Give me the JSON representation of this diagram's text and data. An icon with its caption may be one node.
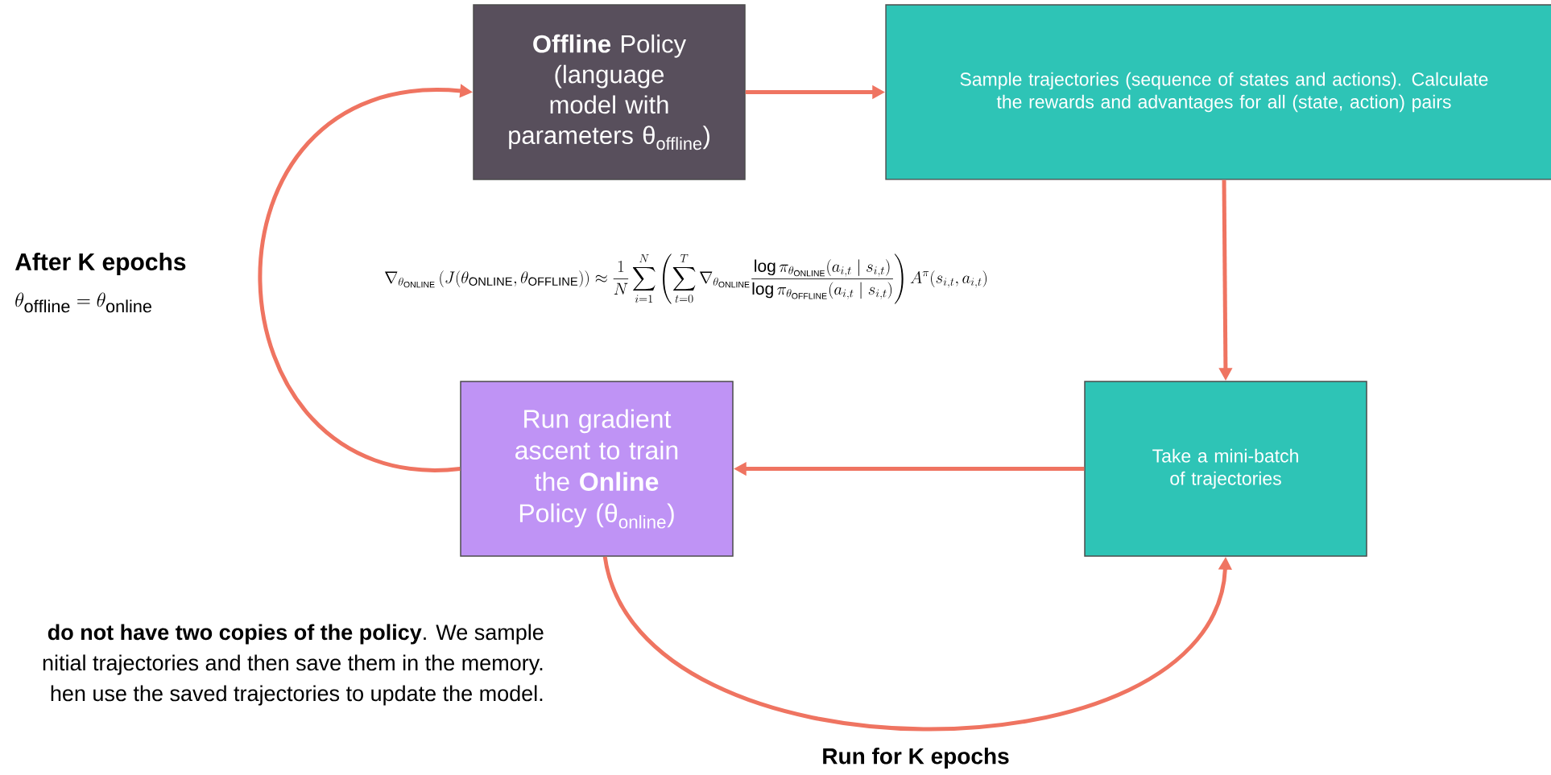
{
  "diagram": {
    "nodes": [
      {
        "text": [
          "**Offline** Policy (language model with parameters θ$_{offline}$)"
        ]
      },
      {
        "text": [
          "Sample trajectories (sequence of states and actions). Calculate the rewards and advantages for all (state, action) pairs"
        ]
      },
      {
        "text": [
          "Take a mini-batch of trajectories"
        ]
      },
      {
        "text": [
          "Run gradient ascent to train the **Online** Policy (θ$_{online}$)"
        ]
      }
    ],
    "edges": [
      {
        "from": 0,
        "to": 1,
        "arrow": "to"
      },
      {
        "from": 1,
        "to": 2,
        "arrow": "to"
      },
      {
        "from": 2,
        "to": 3,
        "arrow": "to"
      },
      {
        "from": 3,
        "to": 0,
        "arrow": "to"
      },
      {
        "from": 3,
        "to": 2,
        "arrow": "to"
      }
    ],
    "labels": [
      "After K epochs",
      "\\theta_{\\mathrm{offline}} = \\theta_{\\mathrm{online}}",
      "\\nabla_{\\theta_{\\mathrm{ONLINE}}}\\left(J(\\theta_{\\mathrm{ONLINE}},\\theta_{\\mathrm{OFFLINE}})\\right) \\approx \\frac{1}{N}\\sum_{i=1}^{N}\\left(\\sum_{t=0}^{T}\\nabla_{\\theta_{\\mathrm{ONLINE}}}\\frac{\\log \\pi_{\\theta_{\\mathrm{ONLINE}}}(a_{i,t}\\mid s_{i,t})}{\\log \\pi_{\\theta_{\\mathrm{OFFLINE}}}(a_{i,t}\\mid s_{i,t})}\\right)A^{\\pi}(s_{i,t},a_{i,t})",
      "**do not have two copies of the policy**. We sample",
      "nitial trajectories and then save them in the memory.",
      "hen use the saved trajectories to update the model.",
      "Run for K epochs"
    ]
  }
}
